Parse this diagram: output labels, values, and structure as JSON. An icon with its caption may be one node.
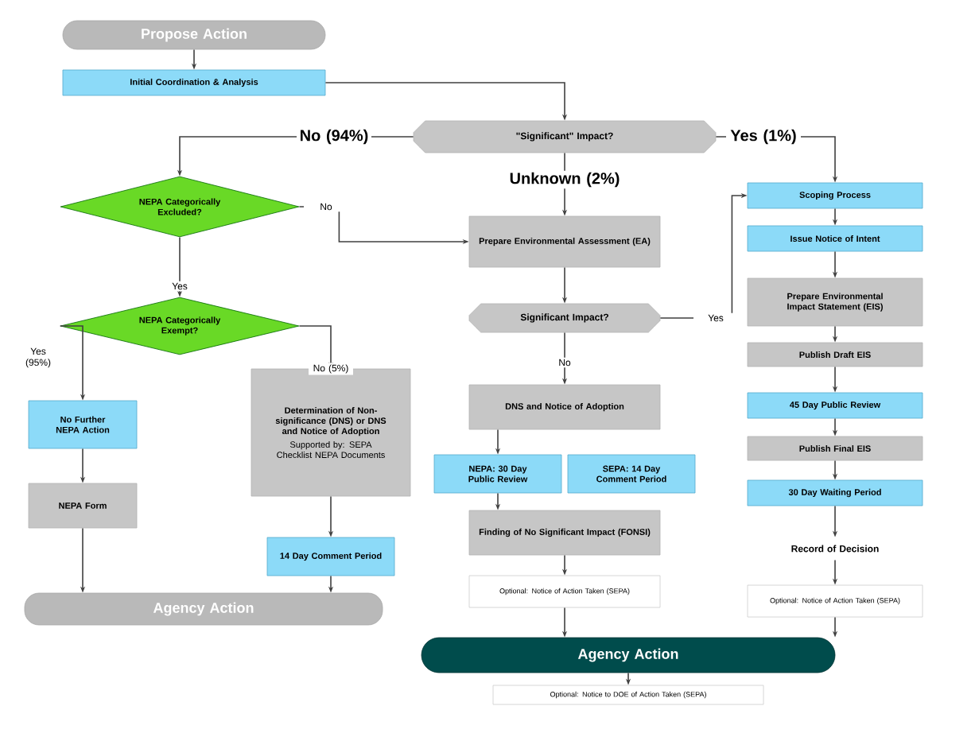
{
  "diagram": {
    "nodes": [
      {
        "text": [
          "Propose Action"
        ]
      },
      {
        "text": [
          "Initial Coordination & Analysis"
        ]
      },
      {
        "text": [
          "\"Significant\" Impact?"
        ]
      },
      {
        "text": [
          "NEPA Categorically Excluded?"
        ]
      },
      {
        "text": [
          "Prepare Environmental Assessment (EA)"
        ]
      },
      {
        "text": [
          "Scoping Process"
        ]
      },
      {
        "text": [
          "Issue Notice of Intent"
        ]
      },
      {
        "text": [
          "NEPA Categorically Exempt?"
        ]
      },
      {
        "text": [
          "Significant Impact?"
        ]
      },
      {
        "text": [
          "Prepare Environmental Impact Statement (EIS)"
        ]
      },
      {
        "text": [
          "Publish Draft EIS"
        ]
      },
      {
        "text": [
          "No Further NEPA Action"
        ]
      },
      {
        "text": [
          "Determination of Non-significance (DNS) or DNS and Notice of Adoption",
          "Supported by: SEPA Checklist NEPA Documents"
        ]
      },
      {
        "text": [
          "DNS and Notice of Adoption"
        ]
      },
      {
        "text": [
          "45 Day Public Review"
        ]
      },
      {
        "text": [
          "NEPA: 30 Day Public Review"
        ]
      },
      {
        "text": [
          "SEPA: 14 Day Comment Period"
        ]
      },
      {
        "text": [
          "NEPA Form"
        ]
      },
      {
        "text": [
          "Publish Final EIS"
        ]
      },
      {
        "text": [
          "Finding of No Significant Impact (FONSI)"
        ]
      },
      {
        "text": [
          "30 Day Waiting Period"
        ]
      },
      {
        "text": [
          "14 Day Comment Period"
        ]
      },
      {
        "text": [
          "Record of Decision"
        ]
      },
      {
        "text": [
          "Optional: Notice of Action Taken (SEPA)"
        ]
      },
      {
        "text": [
          "Optional: Notice of Action Taken (SEPA)"
        ]
      },
      {
        "text": [
          "Agency Action"
        ]
      },
      {
        "text": [
          "Agency Action"
        ]
      },
      {
        "text": [
          "Optional: Notice to DOE of Action Taken (SEPA)"
        ]
      }
    ],
    "edges": [
      {
        "from": 0,
        "to": 1,
        "arrow": "to"
      },
      {
        "from": 1,
        "to": 2,
        "arrow": "to"
      },
      {
        "from": 2,
        "to": 3,
        "arrow": "to",
        "label": "No (94%)"
      },
      {
        "from": 2,
        "to": 4,
        "arrow": "to",
        "label": "Unknown (2%)"
      },
      {
        "from": 2,
        "to": 5,
        "arrow": "to",
        "label": "Yes (1%)"
      },
      {
        "from": 3,
        "to": 4,
        "arrow": "to",
        "label": "No"
      },
      {
        "from": 3,
        "to": 7,
        "arrow": "to",
        "label": "Yes"
      },
      {
        "from": 7,
        "to": 11,
        "arrow": "to",
        "label": "Yes (95%)"
      },
      {
        "from": 7,
        "to": 12,
        "arrow": "to",
        "label": "No (5%)"
      },
      {
        "from": 4,
        "to": 8,
        "arrow": "to"
      },
      {
        "from": 8,
        "to": 5,
        "arrow": "to",
        "label": "Yes"
      },
      {
        "from": 8,
        "to": 13,
        "arrow": "to",
        "label": "No"
      },
      {
        "from": 5,
        "to": 6,
        "arrow": "to"
      },
      {
        "from": 6,
        "to": 9,
        "arrow": "to"
      },
      {
        "from": 9,
        "to": 10,
        "arrow": "to"
      },
      {
        "from": 10,
        "to": 14,
        "arrow": "to"
      },
      {
        "from": 14,
        "to": 18,
        "arrow": "to"
      },
      {
        "from": 18,
        "to": 20,
        "arrow": "to"
      },
      {
        "from": 20,
        "to": 22,
        "arrow": "to"
      },
      {
        "from": 22,
        "to": 24,
        "arrow": "to"
      },
      {
        "from": 24,
        "to": 26,
        "arrow": "to"
      },
      {
        "from": 13,
        "to": 15,
        "arrow": "to"
      },
      {
        "from": 15,
        "to": 19,
        "arrow": "to"
      },
      {
        "from": 19,
        "to": 23,
        "arrow": "to"
      },
      {
        "from": 23,
        "to": 26,
        "arrow": "to"
      },
      {
        "from": 11,
        "to": 17,
        "arrow": "to"
      },
      {
        "from": 17,
        "to": 25,
        "arrow": "to"
      },
      {
        "from": 12,
        "to": 21,
        "arrow": "to"
      },
      {
        "from": 21,
        "to": 25,
        "arrow": "to"
      },
      {
        "from": 26,
        "to": 27,
        "arrow": "to"
      }
    ]
  }
}
